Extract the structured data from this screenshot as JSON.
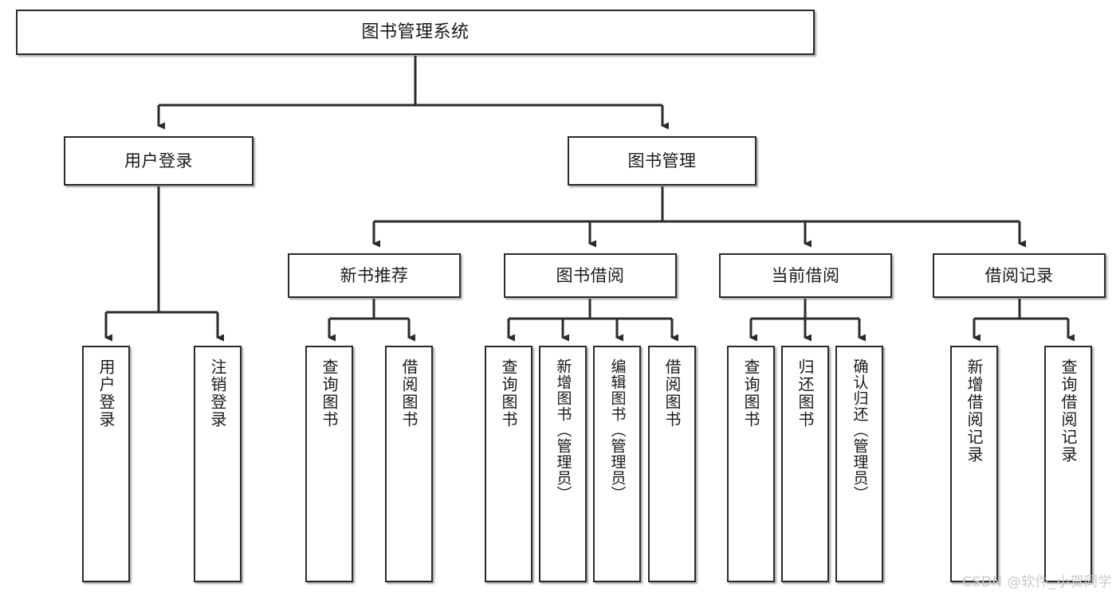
{
  "diagram": {
    "title": "图书管理系统",
    "type": "tree-hierarchy",
    "watermark": "CSDN @软件_小贺同学",
    "colors": {
      "box_border": "#2b2b2b",
      "box_fill": "#ffffff",
      "connector": "#2b2b2b",
      "text": "#1a1a1a",
      "watermark": "#c9c9c9"
    }
  },
  "nodes": {
    "root": {
      "label": "图书管理系统"
    },
    "level2": [
      {
        "label": "用户登录"
      },
      {
        "label": "图书管理"
      }
    ],
    "level3": [
      {
        "label": "新书推荐"
      },
      {
        "label": "图书借阅"
      },
      {
        "label": "当前借阅"
      },
      {
        "label": "借阅记录"
      }
    ],
    "leaves": {
      "user_login": [
        {
          "label": "用户登录"
        },
        {
          "label": "注销登录"
        }
      ],
      "new_book": [
        {
          "label": "查询图书"
        },
        {
          "label": "借阅图书"
        }
      ],
      "book_borrow": [
        {
          "label": "查询图书"
        },
        {
          "label": "新增图书（管理员）"
        },
        {
          "label": "编辑图书（管理员）"
        },
        {
          "label": "借阅图书"
        }
      ],
      "current_borrow": [
        {
          "label": "查询图书"
        },
        {
          "label": "归还图书"
        },
        {
          "label": "确认归还（管理员）"
        }
      ],
      "borrow_record": [
        {
          "label": "新增借阅记录"
        },
        {
          "label": "查询借阅记录"
        }
      ]
    }
  }
}
